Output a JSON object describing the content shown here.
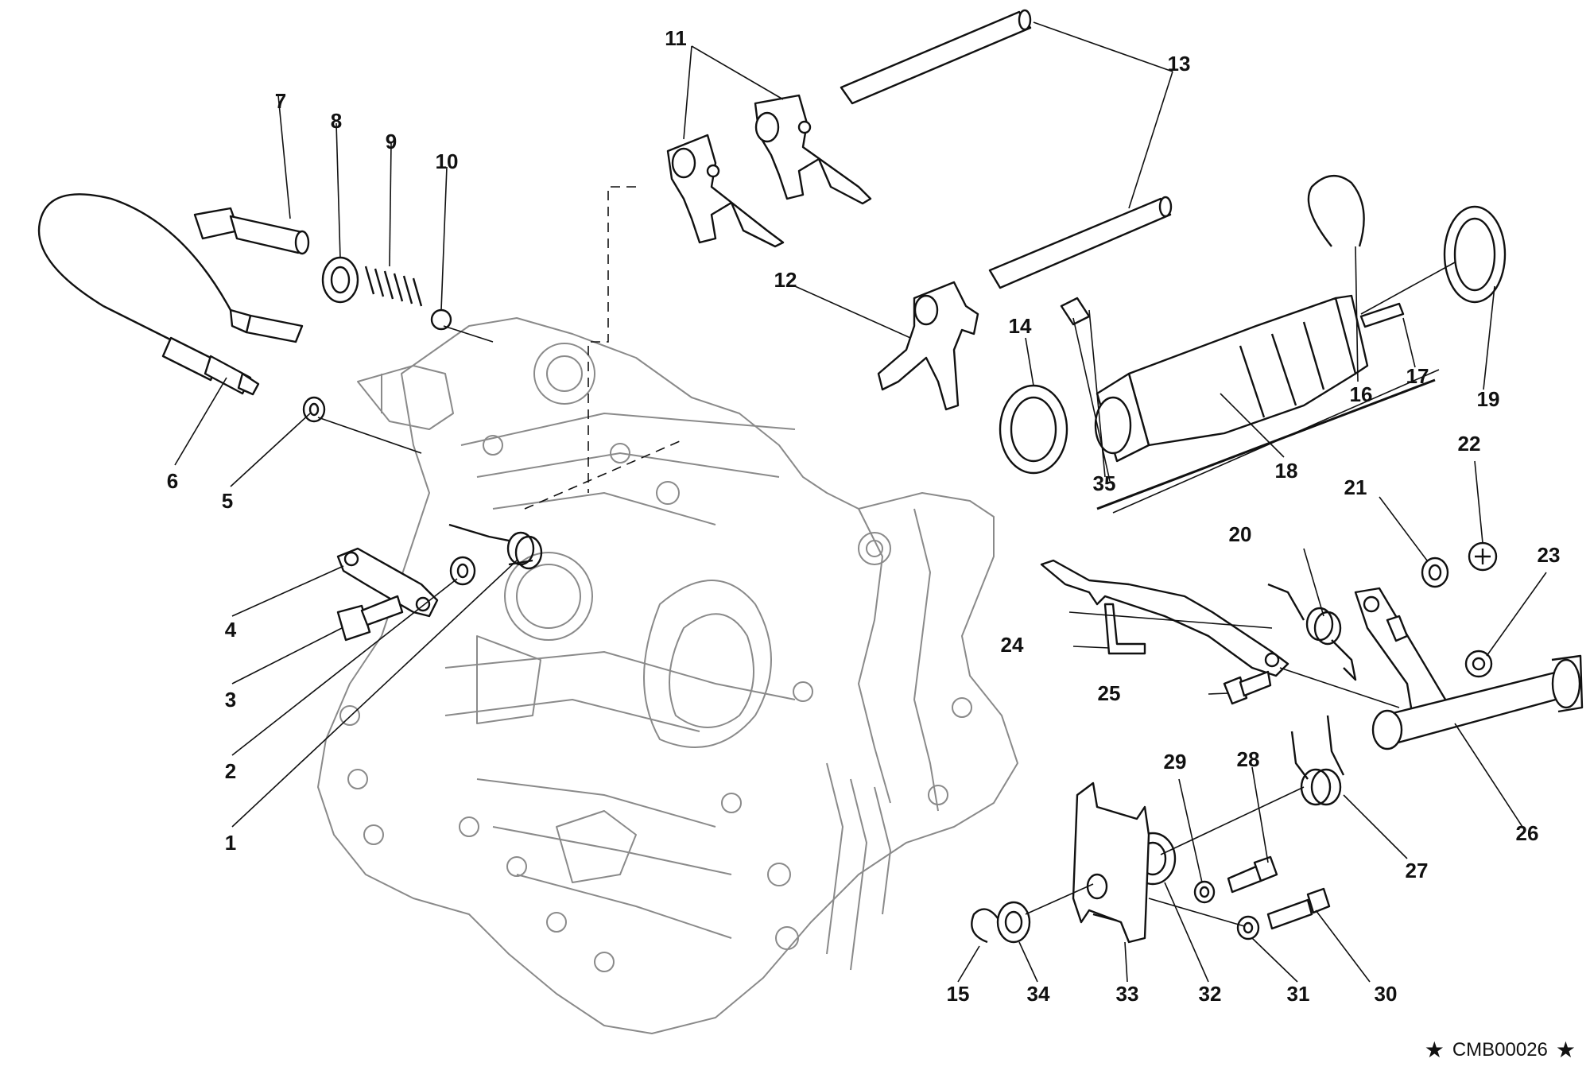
{
  "diagram": {
    "callouts": [
      {
        "id": "1",
        "label": "1"
      },
      {
        "id": "2",
        "label": "2"
      },
      {
        "id": "3",
        "label": "3"
      },
      {
        "id": "4",
        "label": "4"
      },
      {
        "id": "5",
        "label": "5"
      },
      {
        "id": "6",
        "label": "6"
      },
      {
        "id": "7",
        "label": "7"
      },
      {
        "id": "8",
        "label": "8"
      },
      {
        "id": "9",
        "label": "9"
      },
      {
        "id": "10",
        "label": "10"
      },
      {
        "id": "11",
        "label": "11"
      },
      {
        "id": "12",
        "label": "12"
      },
      {
        "id": "13",
        "label": "13"
      },
      {
        "id": "14",
        "label": "14"
      },
      {
        "id": "15",
        "label": "15"
      },
      {
        "id": "16",
        "label": "16"
      },
      {
        "id": "17",
        "label": "17"
      },
      {
        "id": "18",
        "label": "18"
      },
      {
        "id": "19",
        "label": "19"
      },
      {
        "id": "20",
        "label": "20"
      },
      {
        "id": "21",
        "label": "21"
      },
      {
        "id": "22",
        "label": "22"
      },
      {
        "id": "23",
        "label": "23"
      },
      {
        "id": "24",
        "label": "24"
      },
      {
        "id": "25",
        "label": "25"
      },
      {
        "id": "26",
        "label": "26"
      },
      {
        "id": "27",
        "label": "27"
      },
      {
        "id": "28",
        "label": "28"
      },
      {
        "id": "29",
        "label": "29"
      },
      {
        "id": "30",
        "label": "30"
      },
      {
        "id": "31",
        "label": "31"
      },
      {
        "id": "32",
        "label": "32"
      },
      {
        "id": "33",
        "label": "33"
      },
      {
        "id": "34",
        "label": "34"
      },
      {
        "id": "35",
        "label": "35"
      }
    ],
    "code": "CMB00026",
    "star_symbol": "★"
  },
  "colors": {
    "ink": "#111111",
    "crankcase_line": "#8a8a8a",
    "background": "#ffffff"
  }
}
